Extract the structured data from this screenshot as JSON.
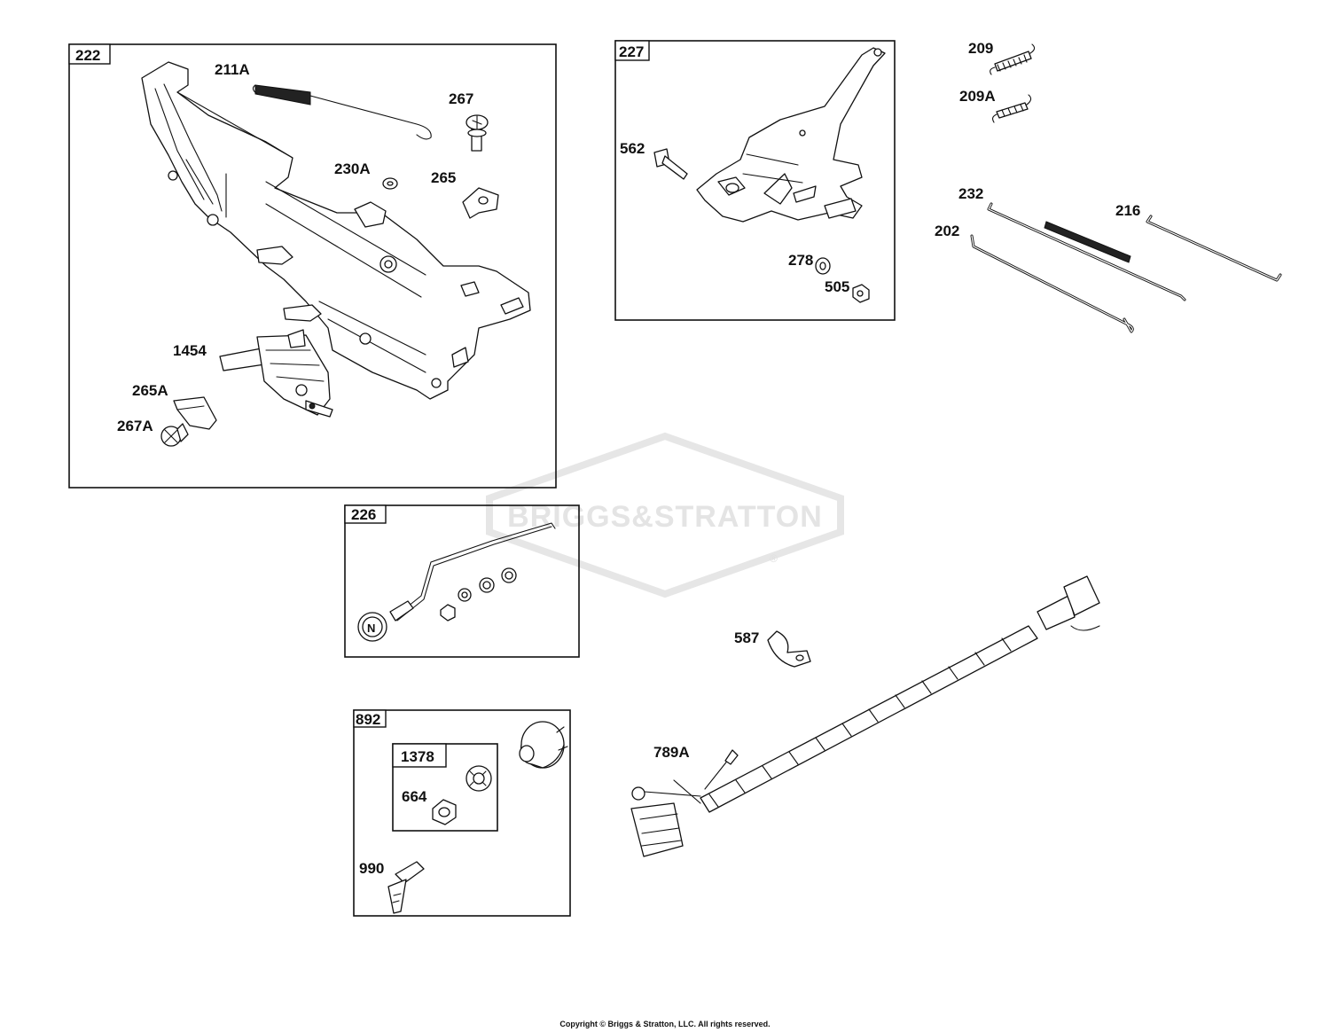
{
  "watermark": {
    "text": "BRIGGS&STRATTON",
    "mark": "®"
  },
  "groups": {
    "g222": "222",
    "g227": "227",
    "g226": "226",
    "g892": "892",
    "g1378": "1378"
  },
  "parts": {
    "p211A": "211A",
    "p267": "267",
    "p230A": "230A",
    "p265": "265",
    "p1454": "1454",
    "p265A": "265A",
    "p267A": "267A",
    "p562": "562",
    "p278": "278",
    "p505": "505",
    "p209": "209",
    "p209A": "209A",
    "p232": "232",
    "p216": "216",
    "p202": "202",
    "p587": "587",
    "p789A": "789A",
    "p664": "664",
    "p990": "990"
  },
  "footer": {
    "copyright": "Copyright © Briggs & Stratton, LLC. All rights reserved."
  }
}
